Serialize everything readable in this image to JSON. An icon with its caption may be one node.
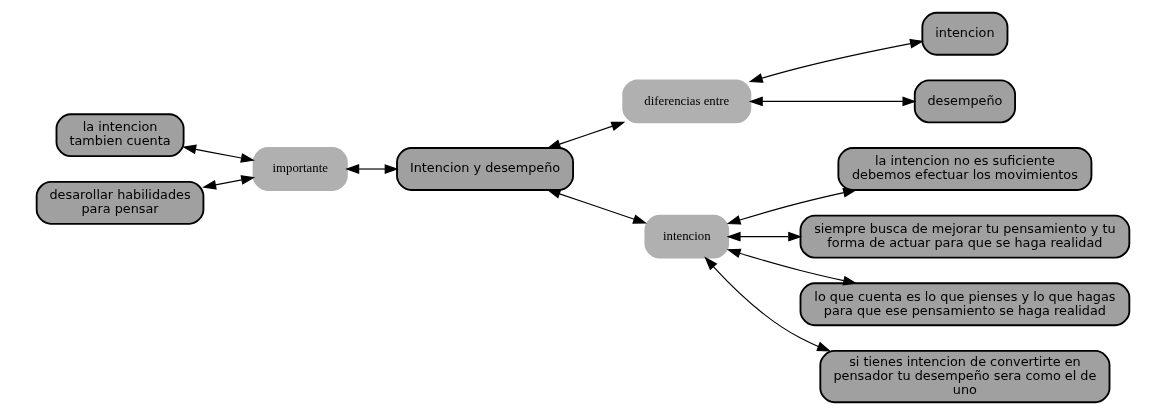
{
  "diagram": {
    "nodes": [
      {
        "text": [
          "la intencion tambien cuenta"
        ]
      },
      {
        "text": [
          "Intencion y desempeño"
        ]
      },
      {
        "text": [
          "importante"
        ]
      },
      {
        "text": [
          "la intencion no es suficiente debemos efectuar los movimientos"
        ]
      },
      {
        "text": [
          "siempre busca de mejorar tu pensamiento y tu forma de actuar para que se haga realidad"
        ]
      },
      {
        "text": [
          "desarollar habilidades para pensar"
        ]
      },
      {
        "text": [
          "diferencias entre"
        ]
      },
      {
        "text": [
          "intencion"
        ]
      },
      {
        "text": [
          "lo que cuenta es lo que pienses y lo que hagas para que ese pensamiento se haga realidad"
        ]
      },
      {
        "text": [
          "intencion"
        ]
      },
      {
        "text": [
          "desempeño"
        ]
      },
      {
        "text": [
          "si tienes intencion de convertirte en pensador tu desempeño sera como el de uno"
        ]
      }
    ],
    "edges": [
      {
        "from": 0,
        "to": 2,
        "arrow": "both"
      },
      {
        "from": 2,
        "to": 1,
        "arrow": "both"
      },
      {
        "from": 5,
        "to": 2,
        "arrow": "both"
      },
      {
        "from": 1,
        "to": 6,
        "arrow": "both"
      },
      {
        "from": 1,
        "to": 7,
        "arrow": "both"
      },
      {
        "from": 6,
        "to": 9,
        "arrow": "both"
      },
      {
        "from": 6,
        "to": 10,
        "arrow": "both"
      },
      {
        "from": 7,
        "to": 3,
        "arrow": "both"
      },
      {
        "from": 7,
        "to": 4,
        "arrow": "both"
      },
      {
        "from": 7,
        "to": 8,
        "arrow": "both"
      },
      {
        "from": 7,
        "to": 11,
        "arrow": "both"
      }
    ]
  }
}
